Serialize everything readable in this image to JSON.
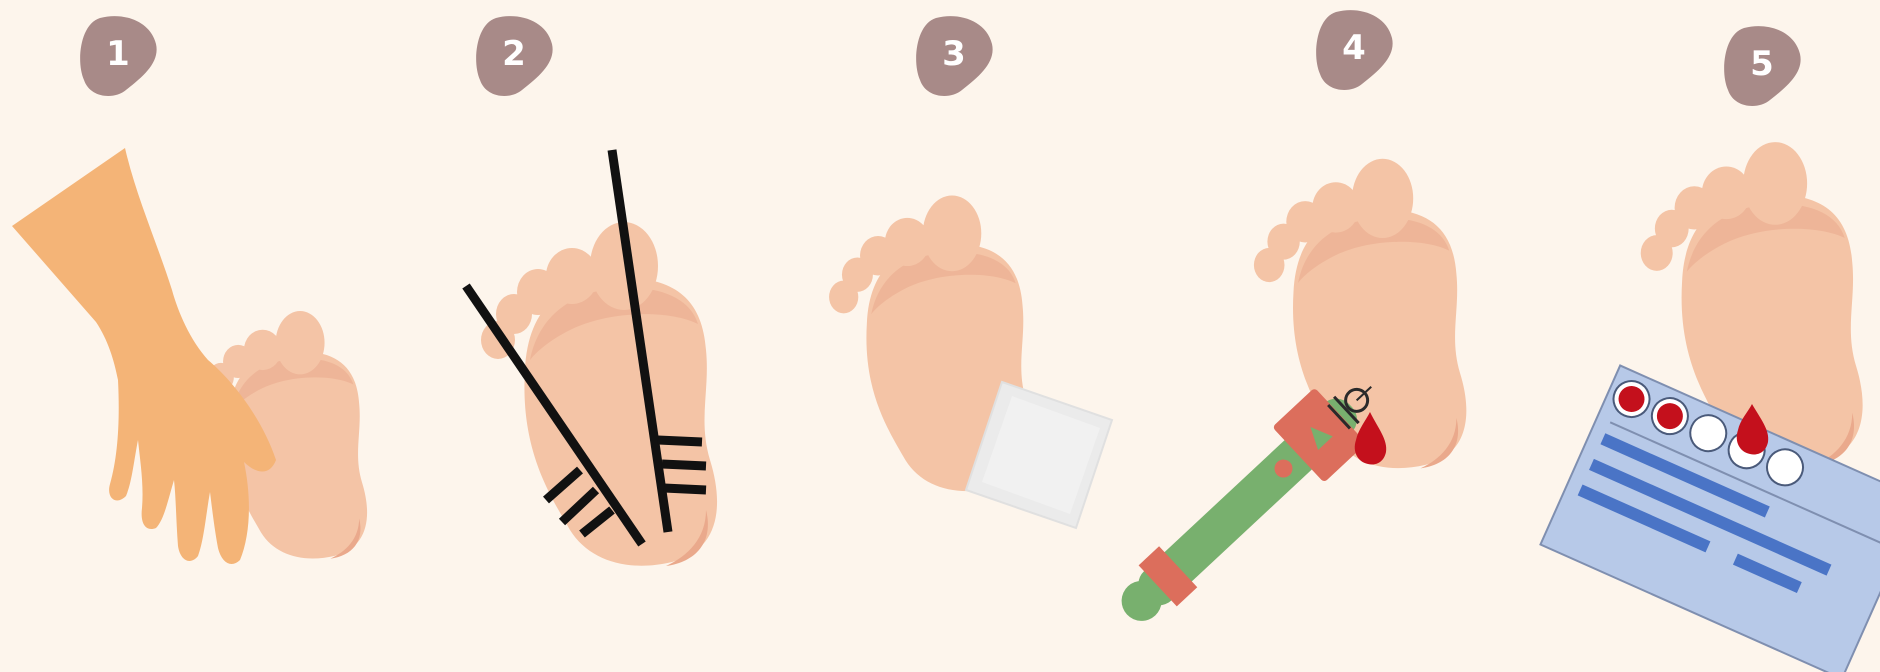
{
  "steps": [
    {
      "number": "1",
      "illustration": "hand-warming-heel"
    },
    {
      "number": "2",
      "illustration": "heel-puncture-site-zones"
    },
    {
      "number": "3",
      "illustration": "gauze-pad-heel"
    },
    {
      "number": "4",
      "illustration": "lancet-puncture-blood-drop"
    },
    {
      "number": "5",
      "illustration": "blood-drop-on-filter-card"
    }
  ],
  "colors": {
    "background": "#fdf5ec",
    "badge": "#a88a88",
    "badge_text": "#ffffff",
    "skin": "#f4c4a6",
    "skin_shadow": "#eaa98c",
    "hand": "#f4b477",
    "lines": "#111111",
    "gauze": "#ebebeb",
    "lancet_body": "#78b06e",
    "lancet_band": "#dc6e5c",
    "blood": "#c4101c",
    "card": "#b7c9e8",
    "card_stripe": "#4a74c6"
  }
}
